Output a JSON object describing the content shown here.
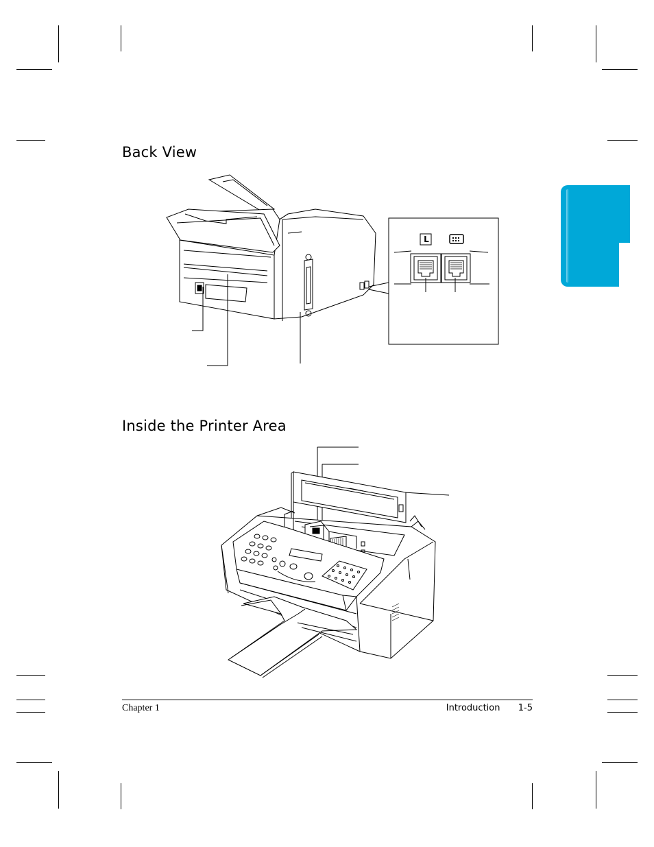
{
  "sections": {
    "back_view": {
      "title": "Back View"
    },
    "inside": {
      "title": "Inside the Printer Area"
    }
  },
  "port_icons": {
    "line": "L",
    "phone": "phone-icon"
  },
  "footer": {
    "chapter": "Chapter 1",
    "section": "Introduction",
    "page": "1-5"
  },
  "colors": {
    "tab": "#00a8d8",
    "ink": "#000000"
  }
}
